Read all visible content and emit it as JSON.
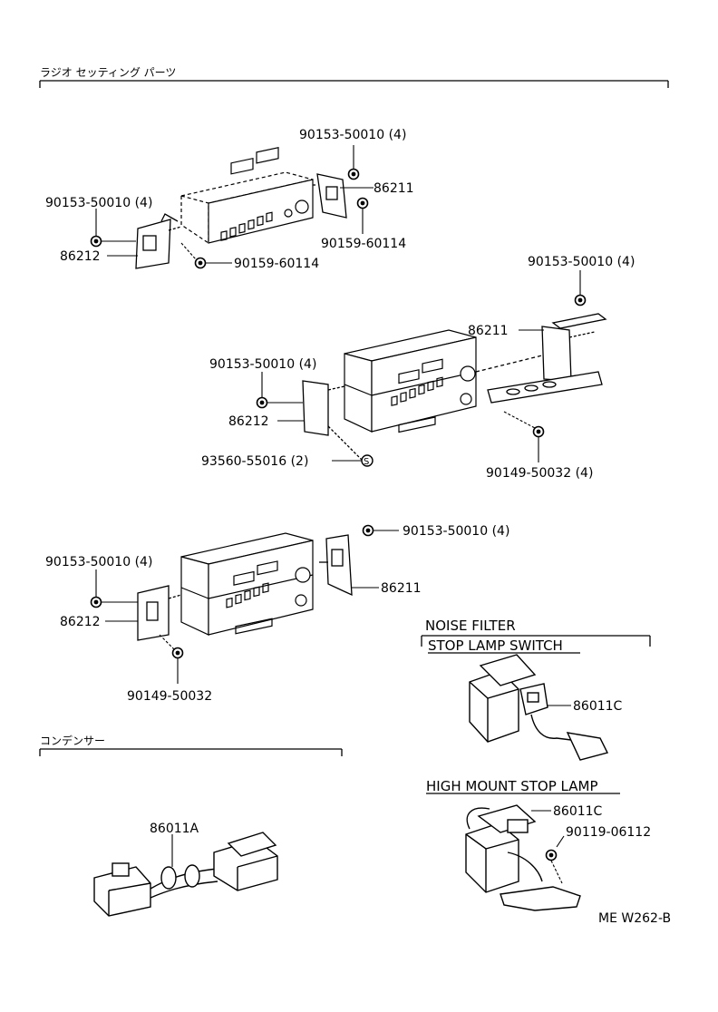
{
  "headers": {
    "radio_setting_parts": "ラジオ セッティング パーツ",
    "condenser": "コンデンサー",
    "noise_filter": "NOISE   FILTER",
    "stop_lamp_switch": "STOP LAMP SWITCH",
    "high_mount_stop_lamp": "HIGH MOUNT STOP LAMP"
  },
  "labels": {
    "a_top_bolt": "90153-50010 (4)",
    "a_86211": "86211",
    "a_90159_right": "90159-60114",
    "a_left_bolt": "90153-50010 (4)",
    "a_86212": "86212",
    "a_90159_bottom": "90159-60114",
    "b_right_bolt": "90153-50010 (4)",
    "b_86211": "86211",
    "b_left_bolt": "90153-50010 (4)",
    "b_86212": "86212",
    "b_93560": "93560-55016 (2)",
    "b_90149": "90149-50032 (4)",
    "c_right_bolt": "90153-50010 (4)",
    "c_86211": "86211",
    "c_left_bolt": "90153-50010 (4)",
    "c_86212": "86212",
    "c_90149": "90149-50032",
    "d_86011c": "86011C",
    "e_86011a": "86011A",
    "f_86011c": "86011C",
    "f_90119": "90119-06112",
    "ref_code": "ME W262-B"
  }
}
